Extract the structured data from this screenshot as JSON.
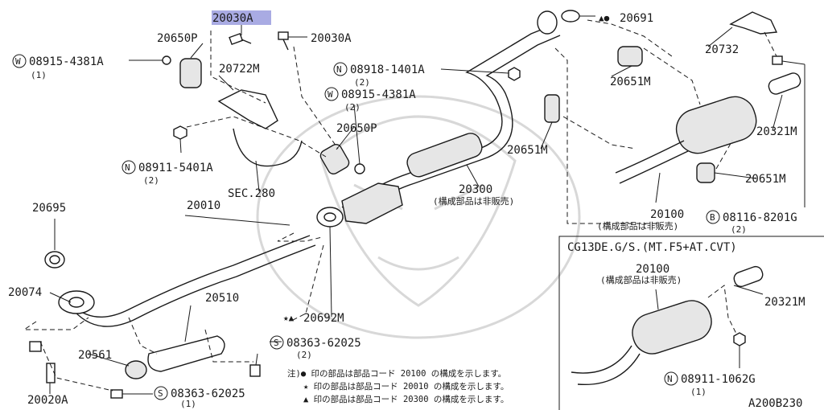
{
  "labels": {
    "p20030A_top": "20030A",
    "p20030A_right": "20030A",
    "p20650P_top": "20650P",
    "p20650P_mid": "20650P",
    "w_08915_left": "08915-4381A",
    "w_08915_left_qty": "(1)",
    "w_08915_mid": "08915-4381A",
    "w_08915_mid_qty": "(2)",
    "p20722M": "20722M",
    "n_08911_5401A": "08911-5401A",
    "n_08911_5401A_qty": "(2)",
    "sec280": "SEC.280",
    "n_08918_1401A": "08918-1401A",
    "n_08918_1401A_qty": "(2)",
    "p20691": "20691",
    "p20732": "20732",
    "p20651M_top": "20651M",
    "p20651M_mid": "20651M",
    "p20651M_right": "20651M",
    "p20321M_top": "20321M",
    "p20321M_inset": "20321M",
    "p20300": "20300",
    "p20300_note": "(構成部品は非販売)",
    "p20100_main": "20100",
    "p20100_main_note": "(構成部品は非販売)",
    "b_08116_8201G": "08116-8201G",
    "b_08116_8201G_qty": "(2)",
    "p20695": "20695",
    "p20010": "20010",
    "p20074": "20074",
    "p20510": "20510",
    "p20561": "20561",
    "p20020A": "20020A",
    "p20692M": "20692M",
    "s_08363_right": "08363-62025",
    "s_08363_right_qty": "(2)",
    "s_08363_bottom": "08363-62025",
    "s_08363_bottom_qty": "(1)",
    "inset_title": "CG13DE.G/S.(MT.F5+AT.CVT)",
    "p20100_inset": "20100",
    "p20100_inset_note": "(構成部品は非販売)",
    "n_08911_1062G": "08911-1062G",
    "n_08911_1062G_qty": "(1)",
    "figure_code": "A200B230"
  },
  "prefix": {
    "W": "W",
    "N": "N",
    "B": "B",
    "S": "S",
    "marks_20691": "▲●",
    "marks_20692M": "★▲"
  },
  "notes": {
    "line1": "注)● 印の部品は部品コード 20100 の構成を示します。",
    "line2": "★ 印の部品は部品コード 20010 の構成を示します。",
    "line3": "▲ 印の部品は部品コード 20300 の構成を示します。"
  },
  "colors": {
    "highlight": "#a9abe3",
    "ink": "#1a1a1a"
  }
}
